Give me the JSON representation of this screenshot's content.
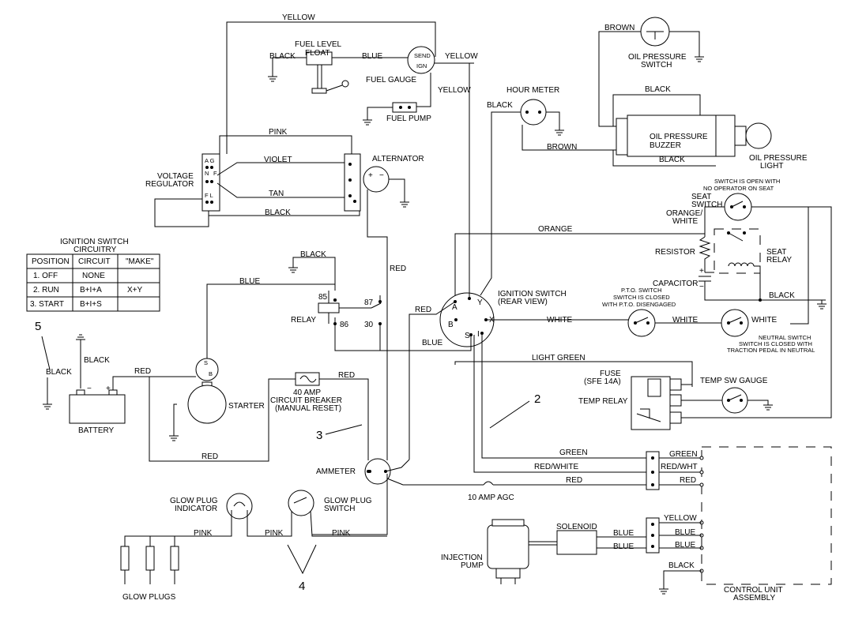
{
  "wires": {
    "yellow": "YELLOW",
    "blue": "BLUE",
    "black": "BLACK",
    "pink": "PINK",
    "violet": "VIOLET",
    "tan": "TAN",
    "red": "RED",
    "brown": "BROWN",
    "orange": "ORANGE",
    "orange_white": "ORANGE/",
    "orange_white2": "WHITE",
    "white": "WHITE",
    "light_green": "LIGHT GREEN",
    "green": "GREEN",
    "red_white": "RED/WHITE",
    "red_wht": "RED/WHT"
  },
  "components": {
    "fuel_level_float_1": "FUEL LEVEL",
    "fuel_level_float_2": "FLOAT",
    "fuel_gauge": "FUEL GAUGE",
    "fuel_gauge_send": "SEND",
    "fuel_gauge_ign": "IGN",
    "fuel_pump": "FUEL PUMP",
    "hour_meter": "HOUR METER",
    "oil_pressure_switch_1": "OIL PRESSURE",
    "oil_pressure_switch_2": "SWITCH",
    "oil_pressure_buzzer_1": "OIL PRESSURE",
    "oil_pressure_buzzer_2": "BUZZER",
    "oil_pressure_light_1": "OIL PRESSURE",
    "oil_pressure_light_2": "LIGHT",
    "voltage_regulator_1": "VOLTAGE",
    "voltage_regulator_2": "REGULATOR",
    "alternator": "ALTERNATOR",
    "vr_ag": "A G",
    "vr_n": "N",
    "vr_f": "F",
    "vr_fl": "F L",
    "seat_switch_note_1": "SWITCH IS OPEN WITH",
    "seat_switch_note_2": "NO OPERATOR ON SEAT",
    "seat_switch_1": "SEAT",
    "seat_switch_2": "SWITCH",
    "resistor": "RESISTOR",
    "seat_relay_1": "SEAT",
    "seat_relay_2": "RELAY",
    "capacitor": "CAPACITOR",
    "ignition_switch_1": "IGNITION SWITCH",
    "ignition_switch_2": "(REAR VIEW)",
    "ign_a": "A",
    "ign_y": "Y",
    "ign_b": "B",
    "ign_x": "X",
    "ign_s": "S",
    "ign_i": "I",
    "pto_1": "P.T.O. SWITCH",
    "pto_2": "SWITCH IS CLOSED",
    "pto_3": "WITH P.T.O. DISENGAGED",
    "neutral_1": "NEUTRAL SWITCH",
    "neutral_2": "SWITCH IS CLOSED WITH",
    "neutral_3": "TRACTION PEDAL IN NEUTRAL",
    "relay": "RELAY",
    "relay_85": "85",
    "relay_86": "86",
    "relay_87": "87",
    "relay_30": "30",
    "fuse_1": "FUSE",
    "fuse_2": "(SFE 14A)",
    "temp_relay": "TEMP RELAY",
    "temp_sw_gauge": "TEMP SW GAUGE",
    "battery": "BATTERY",
    "battery_minus": "−",
    "battery_plus": "+",
    "starter": "STARTER",
    "starter_s": "S",
    "starter_b": "B",
    "breaker_1": "40 AMP",
    "breaker_2": "CIRCUIT BREAKER",
    "breaker_3": "(MANUAL RESET)",
    "ammeter": "AMMETER",
    "agc_fuse": "10 AMP AGC",
    "glow_plug_indicator_1": "GLOW PLUG",
    "glow_plug_indicator_2": "INDICATOR",
    "glow_plug_switch_1": "GLOW PLUG",
    "glow_plug_switch_2": "SWITCH",
    "glow_plugs": "GLOW PLUGS",
    "solenoid": "SOLENOID",
    "injection_pump_1": "INJECTION",
    "injection_pump_2": "PUMP",
    "control_unit_1": "CONTROL UNIT",
    "control_unit_2": "ASSEMBLY",
    "cu_green": "GREEN",
    "cu_red_wht": "RED/WHT",
    "cu_red": "RED",
    "cu_yellow": "YELLOW",
    "cu_blue_1": "BLUE",
    "cu_blue_2": "BLUE",
    "cu_black": "BLACK"
  },
  "callouts": {
    "c2": "2",
    "c3": "3",
    "c4": "4",
    "c5": "5"
  },
  "ignition_table": {
    "title_1": "IGNITION SWITCH",
    "title_2": "CIRCUITRY",
    "headers": [
      "POSITION",
      "CIRCUIT",
      "\"MAKE\""
    ],
    "rows": [
      [
        "1.  OFF",
        "NONE",
        ""
      ],
      [
        "2.  RUN",
        "B+I+A",
        "X+Y"
      ],
      [
        "3.  START",
        "B+I+S",
        ""
      ]
    ]
  }
}
